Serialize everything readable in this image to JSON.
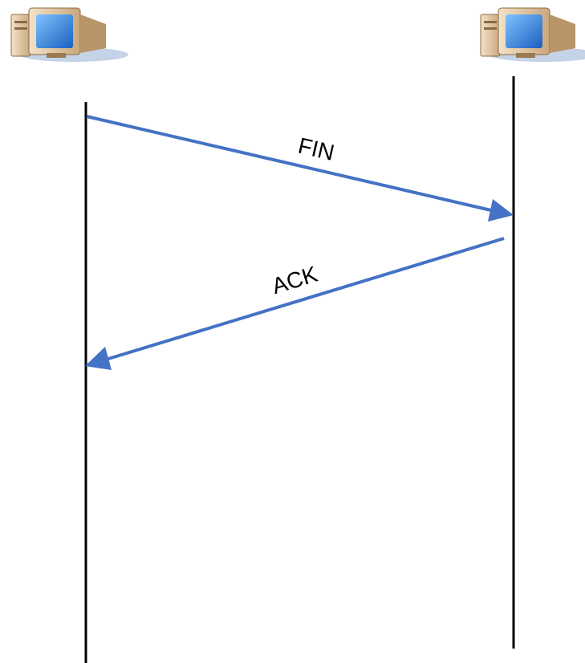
{
  "diagram": {
    "type": "sequence",
    "colors": {
      "arrow": "#4472C4",
      "lifeline": "#000000",
      "label": "#000000",
      "background": "#FFFFFF"
    },
    "hosts": [
      {
        "id": "left",
        "icon": "desktop-computer-icon"
      },
      {
        "id": "right",
        "icon": "desktop-computer-icon"
      }
    ],
    "messages": [
      {
        "label": "FIN",
        "from": "left",
        "to": "right"
      },
      {
        "label": "ACK",
        "from": "right",
        "to": "left"
      }
    ]
  }
}
